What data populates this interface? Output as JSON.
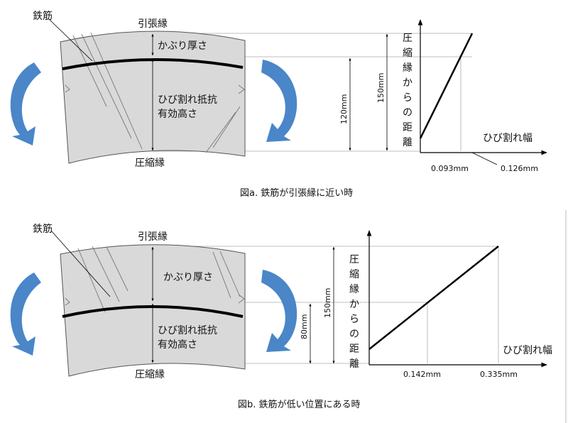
{
  "colors": {
    "block_fill": "#d9d9d9",
    "arrow_fill": "#4a86c8",
    "guide": "#aaaaaa",
    "rebar": "#000000"
  },
  "figure_a": {
    "caption": "図a.  鉄筋が引張縁に近い時",
    "rebar": "鉄筋",
    "tension_edge": "引張縁",
    "compression_edge": "圧縮縁",
    "cover": "かぶり厚さ",
    "effective_line1": "ひび割れ抵抗",
    "effective_line2": "有効高さ",
    "dim_short": "120mm",
    "dim_total": "150mm",
    "y_axis": [
      "圧",
      "縮",
      "縁",
      "か",
      "ら",
      "の",
      "距",
      "離"
    ],
    "x_axis": "ひび割れ幅",
    "x_tick_1": "0.093mm",
    "x_tick_2": "0.126mm"
  },
  "figure_b": {
    "caption": "図b.  鉄筋が低い位置にある時",
    "rebar": "鉄筋",
    "tension_edge": "引張縁",
    "compression_edge": "圧縮縁",
    "cover": "かぶり厚さ",
    "effective_line1": "ひび割れ抵抗",
    "effective_line2": "有効高さ",
    "dim_short": "80mm",
    "dim_total": "150mm",
    "y_axis": [
      "圧",
      "縮",
      "縁",
      "か",
      "ら",
      "の",
      "距",
      "離"
    ],
    "x_axis": "ひび割れ幅",
    "x_tick_1": "0.142mm",
    "x_tick_2": "0.335mm"
  }
}
